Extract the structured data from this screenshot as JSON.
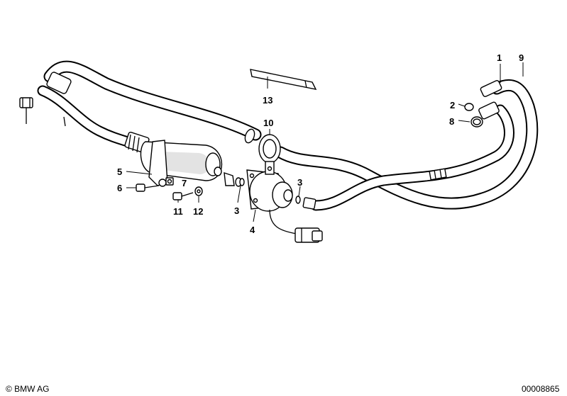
{
  "callouts": [
    {
      "id": "1",
      "text": "1"
    },
    {
      "id": "9",
      "text": "9"
    },
    {
      "id": "2",
      "text": "2"
    },
    {
      "id": "8",
      "text": "8"
    },
    {
      "id": "13",
      "text": "13"
    },
    {
      "id": "10",
      "text": "10"
    },
    {
      "id": "5",
      "text": "5"
    },
    {
      "id": "6",
      "text": "6"
    },
    {
      "id": "7",
      "text": "7"
    },
    {
      "id": "11",
      "text": "11"
    },
    {
      "id": "12",
      "text": "12"
    },
    {
      "id": "3a",
      "text": "3"
    },
    {
      "id": "3b",
      "text": "3"
    },
    {
      "id": "4",
      "text": "4"
    }
  ],
  "footer": {
    "copyright": "© BMW AG",
    "diagram_number": "00008865"
  }
}
